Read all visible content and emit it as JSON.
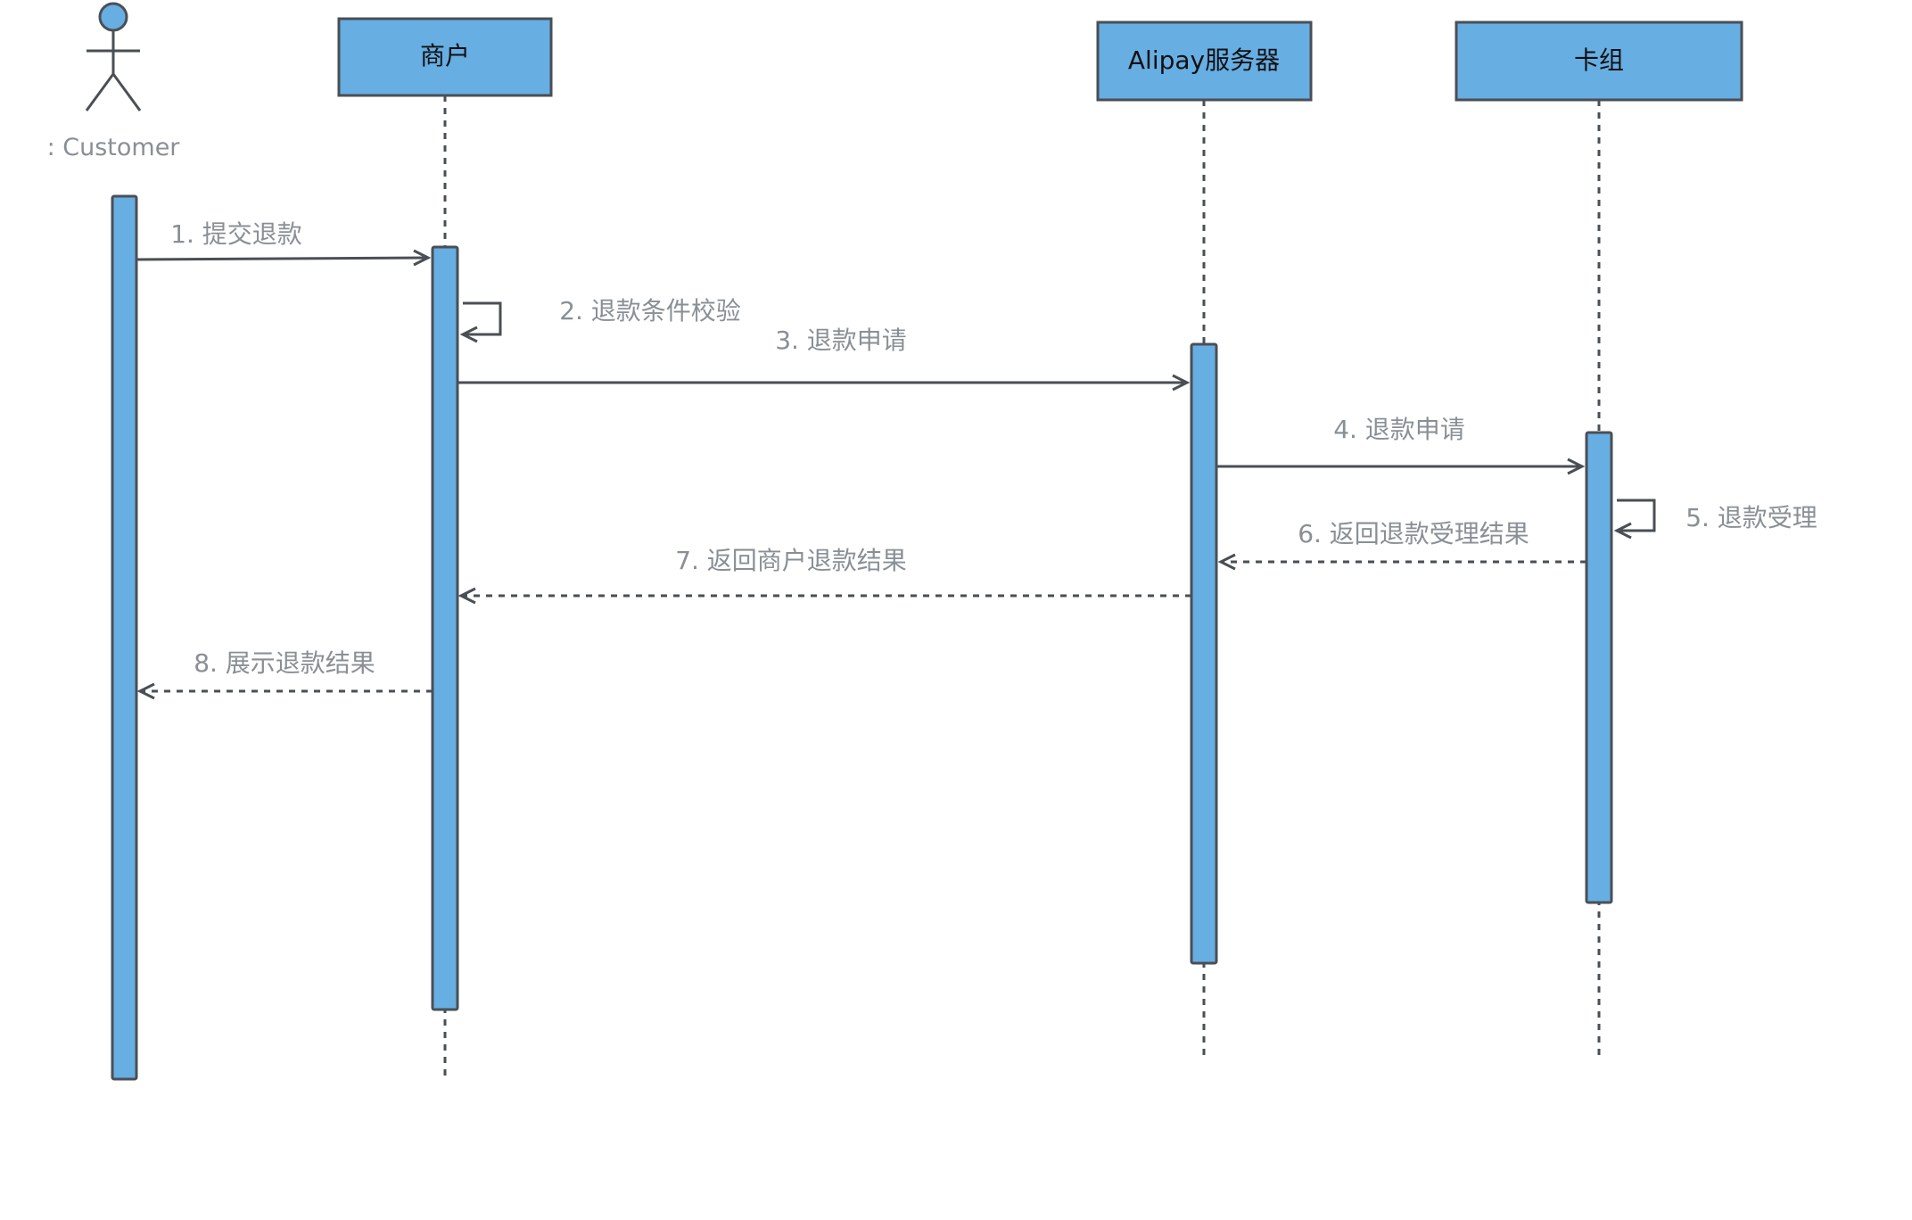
{
  "diagram": {
    "actor": {
      "label": ": Customer"
    },
    "participants": [
      {
        "id": "merchant",
        "label": "商户"
      },
      {
        "id": "alipay",
        "label": "Alipay服务器"
      },
      {
        "id": "card",
        "label": "卡组"
      }
    ],
    "messages": [
      {
        "id": "m1",
        "label": "1. 提交退款",
        "from": "customer",
        "to": "merchant",
        "style": "solid"
      },
      {
        "id": "m2",
        "label": "2. 退款条件校验",
        "from": "merchant",
        "to": "merchant",
        "style": "self"
      },
      {
        "id": "m3",
        "label": "3. 退款申请",
        "from": "merchant",
        "to": "alipay",
        "style": "solid"
      },
      {
        "id": "m4",
        "label": "4. 退款申请",
        "from": "alipay",
        "to": "card",
        "style": "solid"
      },
      {
        "id": "m5",
        "label": "5. 退款受理",
        "from": "card",
        "to": "card",
        "style": "self"
      },
      {
        "id": "m6",
        "label": "6. 返回退款受理结果",
        "from": "card",
        "to": "alipay",
        "style": "dashed"
      },
      {
        "id": "m7",
        "label": "7. 返回商户退款结果",
        "from": "alipay",
        "to": "merchant",
        "style": "dashed"
      },
      {
        "id": "m8",
        "label": "8. 展示退款结果",
        "from": "merchant",
        "to": "customer",
        "style": "dashed"
      }
    ],
    "colors": {
      "fill": "#67aee3",
      "stroke": "#4a4f55",
      "label": "#8a8f95",
      "box_text": "#111111"
    }
  }
}
